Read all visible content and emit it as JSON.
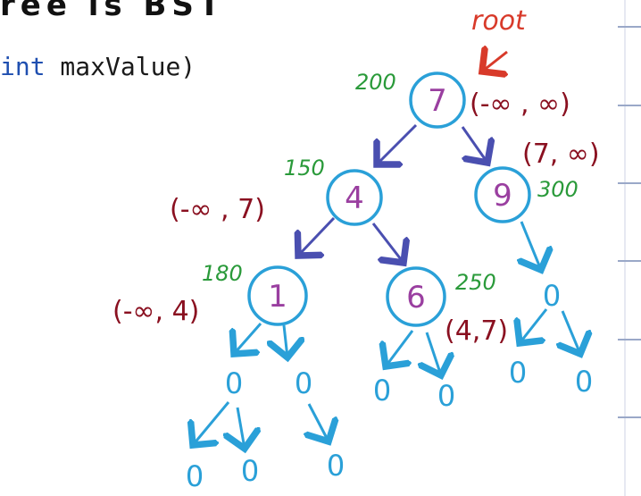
{
  "heading": "ree is BST",
  "code": {
    "keyword": "int",
    "param": " maxValue)"
  },
  "root_label": "root",
  "nodes": [
    {
      "id": "n7",
      "value": "7",
      "note": "200",
      "range": "(-∞ , ∞)"
    },
    {
      "id": "n4",
      "value": "4",
      "note": "150",
      "range": "(-∞ , 7)"
    },
    {
      "id": "n9",
      "value": "9",
      "note": "300",
      "range": "(7, ∞)"
    },
    {
      "id": "n1",
      "value": "1",
      "note": "180",
      "range": "(-∞, 4)"
    },
    {
      "id": "n6",
      "value": "6",
      "note": "250",
      "range": "(4,7)"
    }
  ],
  "leaf_symbol": "0",
  "colors": {
    "node_stroke": "#2aa0d8",
    "node_text": "#9a3fa0",
    "edge_main": "#4a4fb0",
    "edge_leaf": "#2aa0d8",
    "range_text": "#8a1020",
    "note_text": "#2a9a3a",
    "root_text": "#d83a2a",
    "margin_line": "#9aa8c8"
  }
}
